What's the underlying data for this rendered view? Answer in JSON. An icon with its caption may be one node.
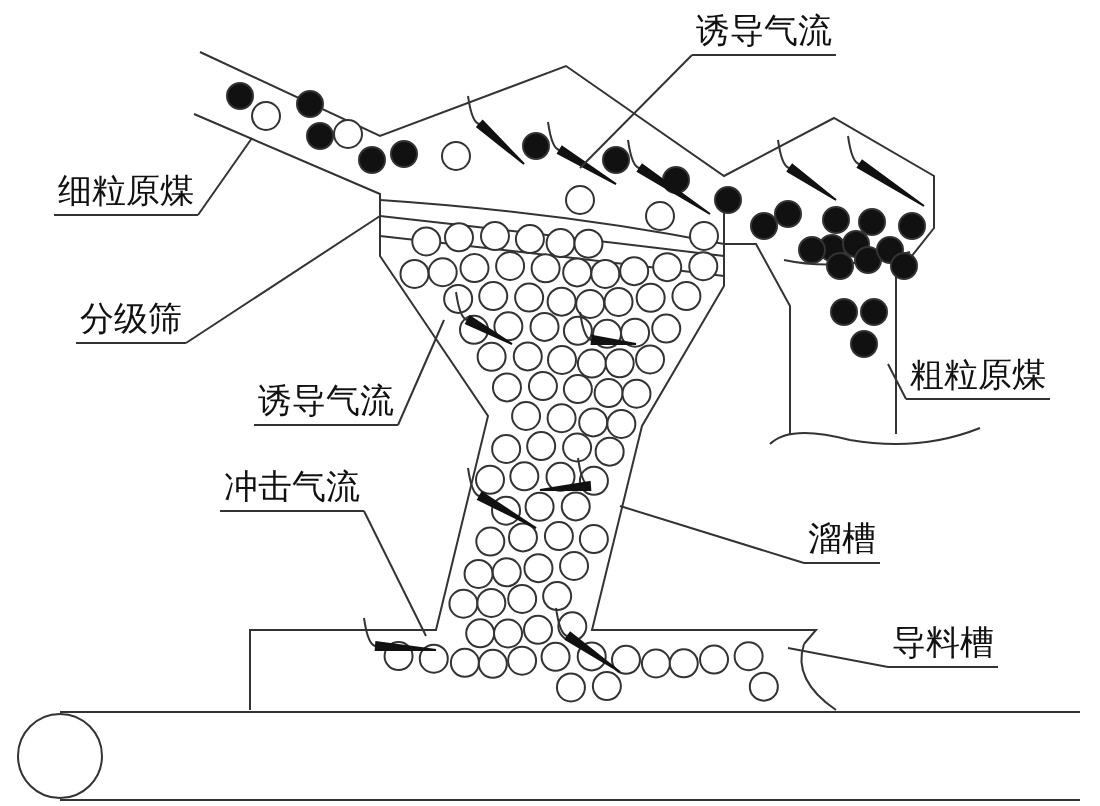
{
  "diagram": {
    "nodes": [
      {
        "text": [
          "诱导气流"
        ]
      },
      {
        "text": [
          "细粒原煤"
        ]
      },
      {
        "text": [
          "分级筛"
        ]
      },
      {
        "text": [
          "诱导气流"
        ]
      },
      {
        "text": [
          "粗粒原煤"
        ]
      },
      {
        "text": [
          "冲击气流"
        ]
      },
      {
        "text": [
          "溜槽"
        ]
      },
      {
        "text": [
          "导料槽"
        ]
      }
    ],
    "edges": [
      {
        "from": 0,
        "to": null,
        "arrow": "none"
      },
      {
        "from": 1,
        "to": null,
        "arrow": "none"
      },
      {
        "from": 2,
        "to": null,
        "arrow": "none"
      },
      {
        "from": 3,
        "to": null,
        "arrow": "none"
      },
      {
        "from": 4,
        "to": null,
        "arrow": "none"
      },
      {
        "from": 5,
        "to": null,
        "arrow": "none"
      },
      {
        "from": 6,
        "to": null,
        "arrow": "none"
      },
      {
        "from": 7,
        "to": null,
        "arrow": "none"
      }
    ]
  }
}
